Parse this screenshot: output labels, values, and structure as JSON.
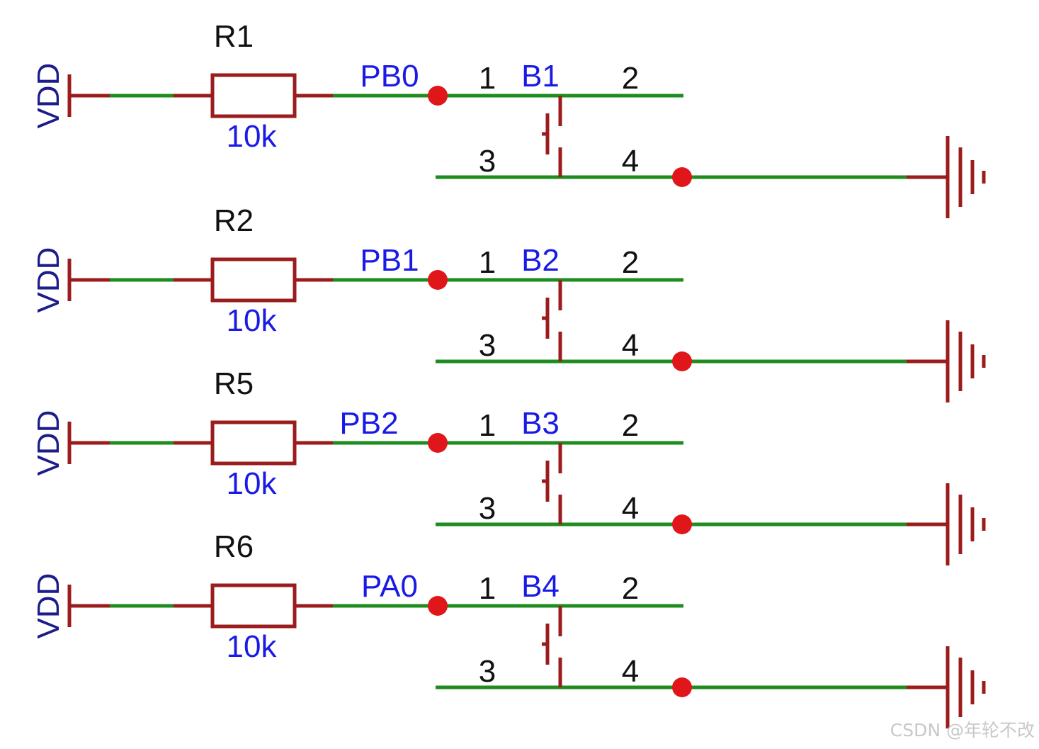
{
  "colors": {
    "wire": "#1e8c1e",
    "pin": "#9b1c1c",
    "junction": "#e0161b",
    "net_label": "#1a1ae6",
    "power_label": "#1c1c8a",
    "pin_number": "#111111"
  },
  "rows": [
    {
      "resistor": "R1",
      "value": "10k",
      "net": "PB0",
      "button": "B1",
      "power": "VDD",
      "pins": [
        "1",
        "2",
        "3",
        "4"
      ]
    },
    {
      "resistor": "R2",
      "value": "10k",
      "net": "PB1",
      "button": "B2",
      "power": "VDD",
      "pins": [
        "1",
        "2",
        "3",
        "4"
      ]
    },
    {
      "resistor": "R5",
      "value": "10k",
      "net": "PB2",
      "button": "B3",
      "power": "VDD",
      "pins": [
        "1",
        "2",
        "3",
        "4"
      ]
    },
    {
      "resistor": "R6",
      "value": "10k",
      "net": "PA0",
      "button": "B4",
      "power": "VDD",
      "pins": [
        "1",
        "2",
        "3",
        "4"
      ]
    }
  ],
  "watermark": "CSDN @年轮不改"
}
